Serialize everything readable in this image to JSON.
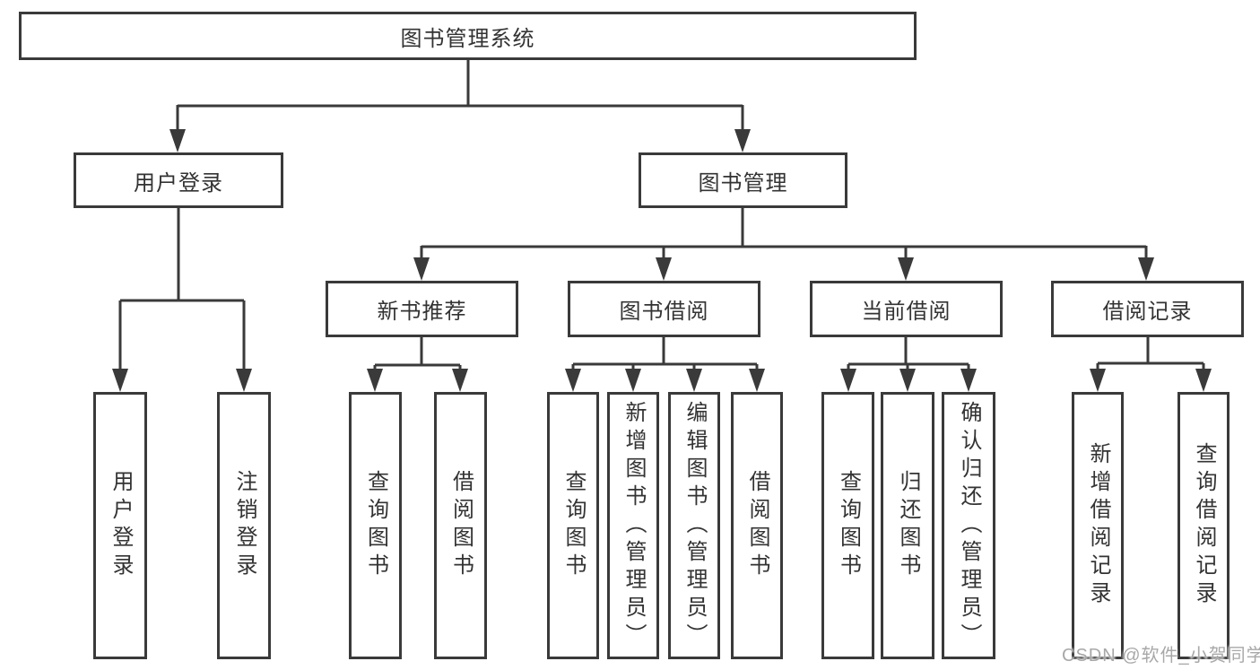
{
  "diagram_title": "图书管理系统",
  "colors": {
    "line": "#3a3a3a",
    "text": "#333333",
    "box_background": "#ffffff",
    "watermark": "#a8a8a8"
  },
  "nodes": {
    "root": {
      "label": "图书管理系统"
    },
    "user_login": {
      "label": "用户登录",
      "children": {
        "login": {
          "label": "用户登录"
        },
        "logout": {
          "label": "注销登录"
        }
      }
    },
    "book_mgmt": {
      "label": "图书管理",
      "children": {
        "new_book": {
          "label": "新书推荐",
          "children": {
            "query_book": {
              "label": "查询图书"
            },
            "borrow_book": {
              "label": "借阅图书"
            }
          }
        },
        "book_borrow": {
          "label": "图书借阅",
          "children": {
            "query_book": {
              "label": "查询图书"
            },
            "add_book": {
              "label": "新增图书（管理员）"
            },
            "edit_book": {
              "label": "编辑图书（管理员）"
            },
            "borrow_book": {
              "label": "借阅图书"
            }
          }
        },
        "current_borrow": {
          "label": "当前借阅",
          "children": {
            "query_book": {
              "label": "查询图书"
            },
            "return_book": {
              "label": "归还图书"
            },
            "confirm_return": {
              "label": "确认归还（管理员）"
            }
          }
        },
        "borrow_record": {
          "label": "借阅记录",
          "children": {
            "add_record": {
              "label": "新增借阅记录"
            },
            "query_record": {
              "label": "查询借阅记录"
            }
          }
        }
      }
    }
  },
  "watermark": {
    "text": "CSDN @软件_小贺同学"
  }
}
